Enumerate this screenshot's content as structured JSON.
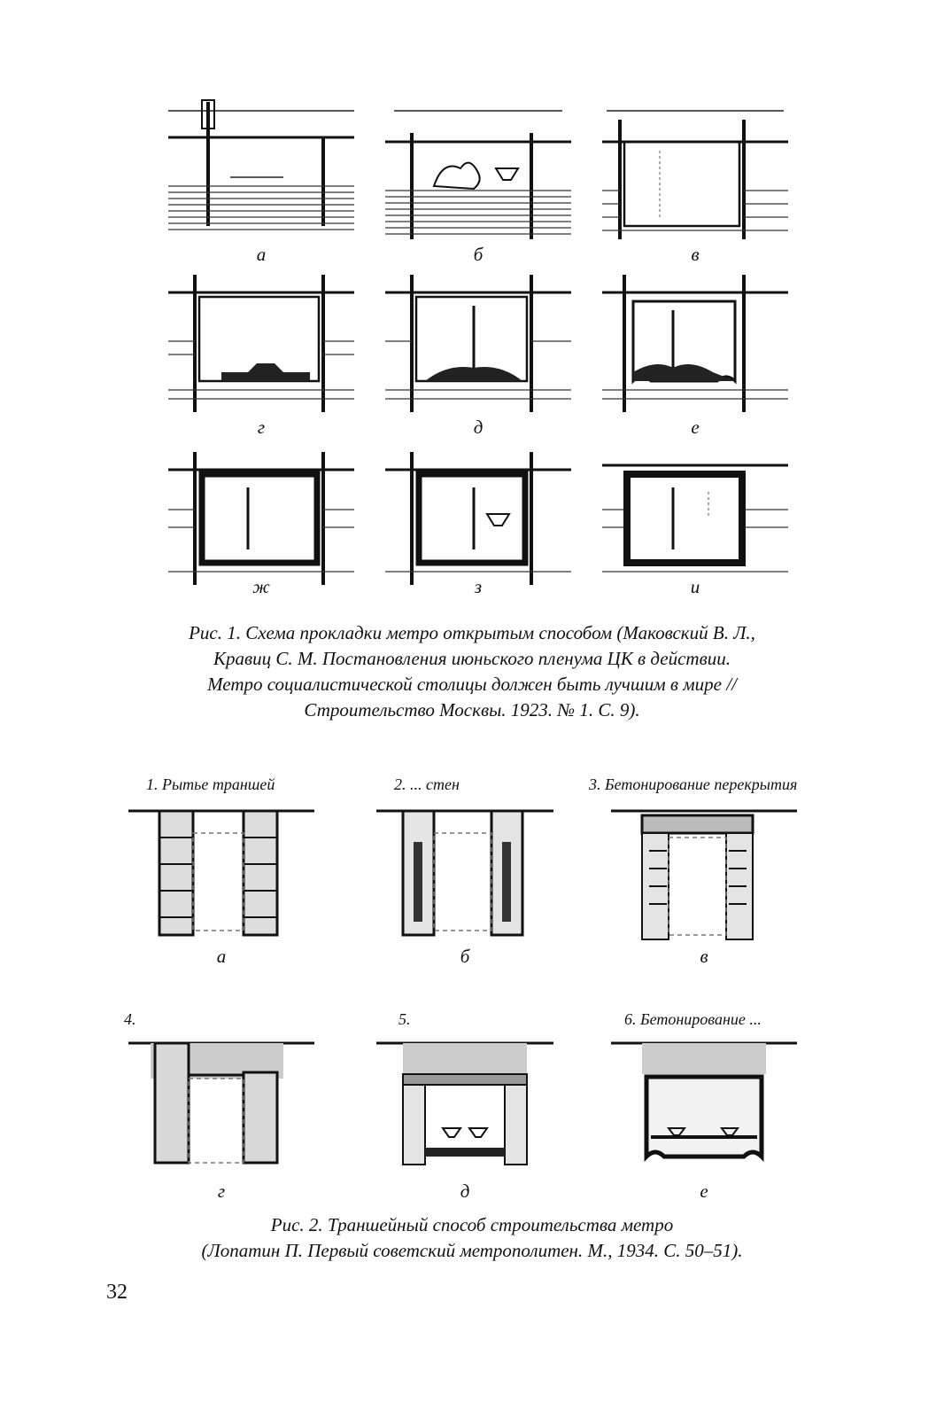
{
  "figure1": {
    "panel_labels": [
      "а",
      "б",
      "в",
      "г",
      "д",
      "е",
      "ж",
      "з",
      "и"
    ],
    "caption_lines": [
      "Рис. 1. Схема прокладки метро открытым способом (Маковский В. Л.,",
      "Кравиц С. М. Постановления июньского пленума ЦК в действии.",
      "Метро социалистической столицы должен быть лучшим в мире //",
      "Строительство Москвы. 1923. № 1. С. 9)."
    ]
  },
  "figure2": {
    "panels": [
      {
        "title": "1. Рытье траншей",
        "label": "а"
      },
      {
        "title": "2. ... стен",
        "label": "б"
      },
      {
        "title": "3. Бетонирование перекрытия",
        "label": "в"
      },
      {
        "title": "4.",
        "label": "г"
      },
      {
        "title": "5.",
        "label": "д"
      },
      {
        "title": "6. Бетонирование ...",
        "label": "е"
      }
    ],
    "caption_lines": [
      "Рис. 2. Траншейный способ строительства метро",
      "(Лопатин П. Первый советский метрополитен. М., 1934. С. 50–51)."
    ]
  },
  "page_number": "32"
}
